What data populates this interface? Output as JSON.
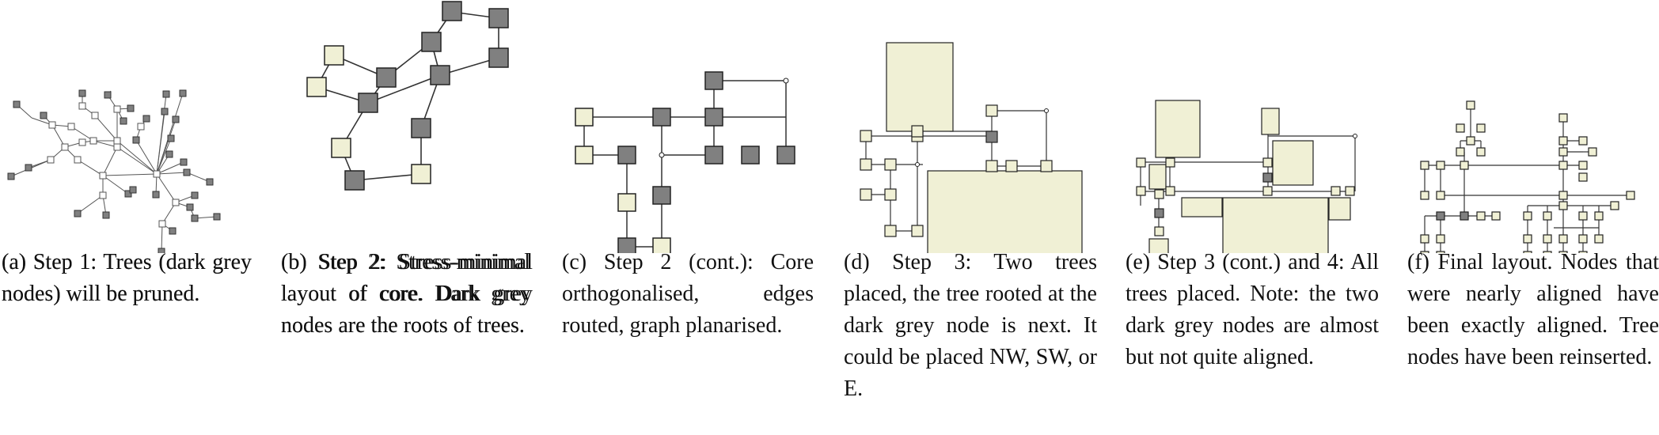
{
  "colors": {
    "dark_node": "#808080",
    "light_node": "#f0f0d5",
    "stroke": "#222222",
    "edge": "#333333",
    "background": "#ffffff"
  },
  "panels": [
    {
      "id": "a",
      "caption": "(a) Step 1: Trees (dark grey nodes) will be pruned."
    },
    {
      "id": "b",
      "caption": "(b) Step 2: Stress-minimal layout of core. Dark grey nodes are the roots of trees."
    },
    {
      "id": "c",
      "caption": "(c) Step 2 (cont.): Core orthogonalised, edges routed, graph planarised."
    },
    {
      "id": "d",
      "caption": "(d) Step 3: Two trees placed, the tree rooted at the dark grey node is next. It could be placed NW, SW, or E."
    },
    {
      "id": "e",
      "caption": "(e) Step 3 (cont.) and 4: All trees placed. Note: the two dark grey nodes are almost but not quite aligned."
    },
    {
      "id": "f",
      "caption": "(f) Final layout. Nodes that were nearly aligned have been exactly aligned. Tree nodes have been reinserted."
    }
  ]
}
